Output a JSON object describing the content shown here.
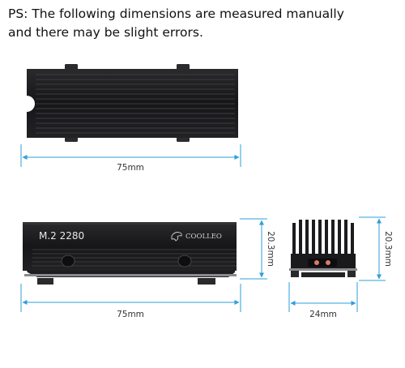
{
  "note": {
    "line1": "PS: The following dimensions are measured manually",
    "line2": "and there may be slight errors."
  },
  "top_view": {
    "length_label": "75mm"
  },
  "side_view": {
    "model_text": "M.2  2280",
    "brand_text": "COOLLEO",
    "length_label": "75mm",
    "height_label": "20.3mm"
  },
  "end_view": {
    "width_label": "24mm",
    "height_label": "20.3mm"
  },
  "colors": {
    "dimension_line": "#2f9fd8",
    "heatsink_body": "#1c1c1e",
    "heatsink_fin": "#3a3a3e"
  }
}
